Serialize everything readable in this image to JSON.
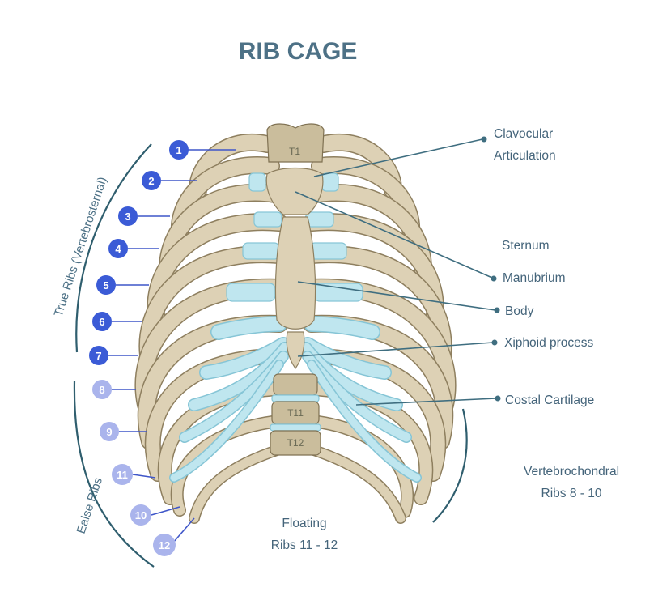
{
  "title": "RIB CAGE",
  "labels": {
    "clavicular_line1": "Clavocular",
    "clavicular_line2": "Articulation",
    "sternum": "Sternum",
    "manubrium": "Manubrium",
    "body": "Body",
    "xiphoid": "Xiphoid process",
    "costal": "Costal Cartilage",
    "vertebrochondral_line1": "Vertebrochondral",
    "vertebrochondral_line2": "Ribs 8 - 10",
    "floating_line1": "Floating",
    "floating_line2": "Ribs 11 - 12",
    "true_ribs": "True Ribs (Vertebrosternal)",
    "false_ribs": "Ealse Ribs"
  },
  "vertebrae": {
    "t1": "T1",
    "t11": "T11",
    "t12": "T12"
  },
  "rib_numbers": {
    "true": [
      "1",
      "2",
      "3",
      "4",
      "5",
      "6",
      "7"
    ],
    "false": [
      "8",
      "9",
      "11",
      "10",
      "12"
    ]
  },
  "colors": {
    "title": "#4d7186",
    "true_rib_marker": "#3b5bd6",
    "false_rib_marker": "#aab4ec",
    "bone": "#ddd1b5",
    "cartilage": "#bfe6ef",
    "leader": "#3f6e80"
  }
}
